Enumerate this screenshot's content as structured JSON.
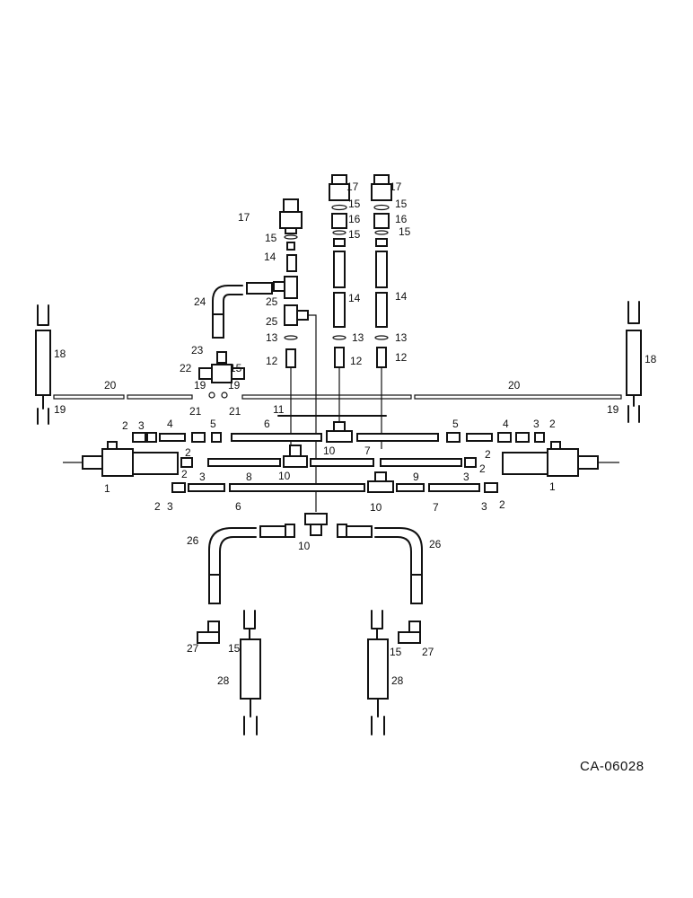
{
  "drawing_id": "CA-06028",
  "callouts": [
    "1",
    "2",
    "3",
    "4",
    "5",
    "6",
    "7",
    "8",
    "9",
    "10",
    "11",
    "12",
    "13",
    "14",
    "15",
    "16",
    "17",
    "18",
    "19",
    "20",
    "21",
    "22",
    "23",
    "24",
    "25",
    "26",
    "27",
    "28"
  ]
}
